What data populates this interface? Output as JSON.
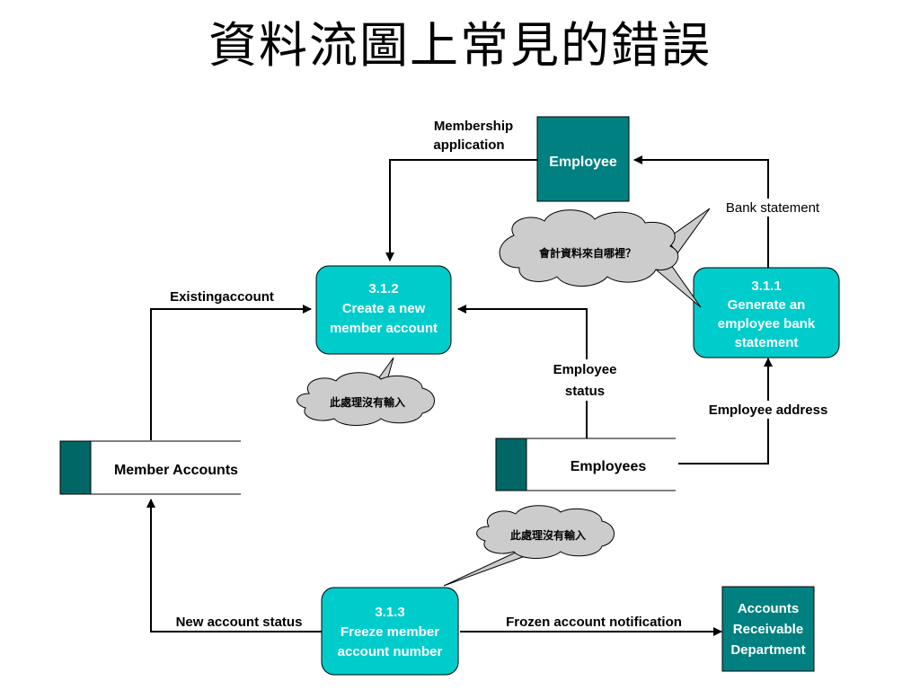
{
  "title": "資料流圖上常見的錯誤",
  "entities": {
    "employee": "Employee",
    "accounts_receivable": [
      "Accounts",
      "Receivable",
      "Department"
    ]
  },
  "processes": {
    "p312": [
      "3.1.2",
      "Create a new",
      "member account"
    ],
    "p311": [
      "3.1.1",
      "Generate an",
      "employee bank",
      "statement"
    ],
    "p313": [
      "3.1.3",
      "Freeze member",
      "account number"
    ]
  },
  "stores": {
    "member_accounts": "Member Accounts",
    "employees": "Employees"
  },
  "flows": {
    "membership_application": [
      "Membership",
      "application"
    ],
    "existing_account": "Existingaccount",
    "bank_statement": "Bank statement",
    "employee_status": [
      "Employee",
      "status"
    ],
    "employee_address": "Employee address",
    "new_account_status": "New account status",
    "frozen_account_notification": "Frozen account notification"
  },
  "callouts": {
    "accounting_source": "會計資料來自哪裡？",
    "no_input_312": "此處理沒有輸入",
    "no_input_313": "此處理沒有輸入"
  },
  "colors": {
    "process_fill": "#00CCCC",
    "entity_fill": "#008080",
    "store_tab": "#006666",
    "cloud_fill": "#CCCCCC"
  }
}
